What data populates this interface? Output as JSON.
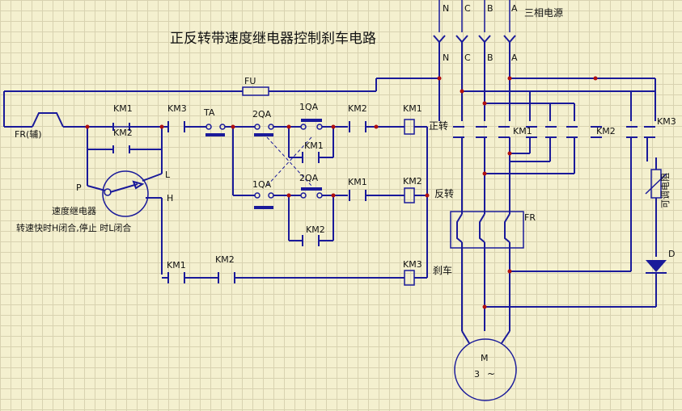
{
  "title": "正反转带速度继电器控制刹车电路",
  "supply_label": "三相电源",
  "phases": [
    "N",
    "C",
    "B",
    "A"
  ],
  "labels": {
    "fu": "FU",
    "fr_aux": "FR(辅)",
    "fr": "FR",
    "km1": "KM1",
    "km2": "KM2",
    "km3": "KM3",
    "ta": "TA",
    "qa1": "1QA",
    "qa2": "2QA",
    "p": "P",
    "l": "L",
    "h": "H",
    "relay_name": "速度继电器",
    "relay_note": "转速快时H闭合,停止 时L闭合",
    "forward": "正转",
    "reverse": "反转",
    "brake": "刹车",
    "adj_resistor": "可调电阻",
    "diode": "D",
    "motor": "M",
    "motor_phase": "3",
    "motor_ac": "~"
  },
  "colors": {
    "wire": "#1a1a9a",
    "junction": "#b01010",
    "background": "#f4f0cf"
  }
}
